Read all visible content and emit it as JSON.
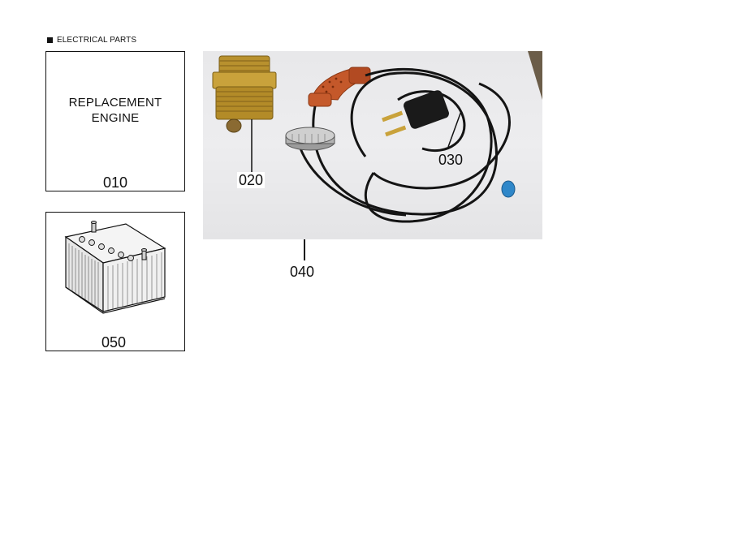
{
  "section": {
    "title": "ELECTRICAL PARTS"
  },
  "parts": {
    "p010": {
      "number": "010",
      "text_line1": "REPLACEMENT",
      "text_line2": "ENGINE"
    },
    "p020": {
      "number": "020",
      "depicts": "brass-fitting-heater-element"
    },
    "p030": {
      "number": "030",
      "depicts": "power-cord-with-plug"
    },
    "p040": {
      "number": "040",
      "depicts": "heater-cord-assembly"
    },
    "p050": {
      "number": "050",
      "depicts": "battery"
    }
  },
  "colors": {
    "brass": "#b8912e",
    "rubber_boot": "#c4582a",
    "cord": "#141414",
    "photo_bg": "#e9e9eb"
  }
}
